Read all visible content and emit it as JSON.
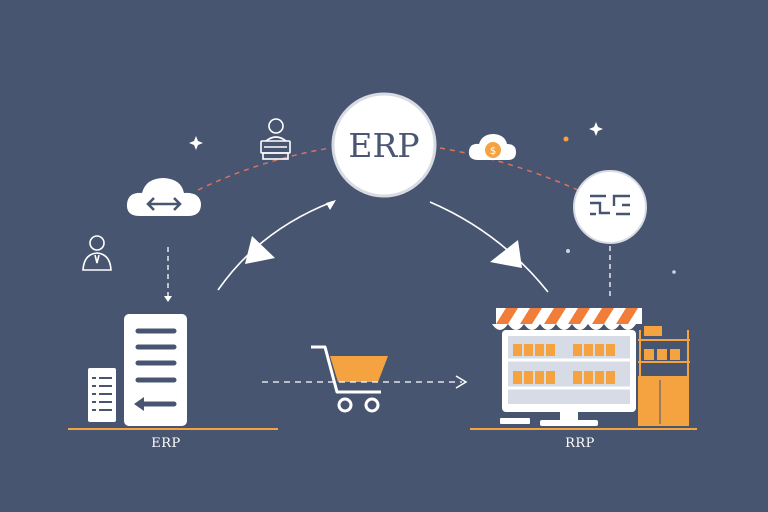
{
  "center_node": {
    "label": "ERP"
  },
  "left_node": {
    "label": "ERP"
  },
  "right_node": {
    "label": "RRP"
  },
  "colors": {
    "background": "#475571",
    "white": "#ffffff",
    "accent_orange": "#f4a340",
    "awning_orange": "#f07d3a",
    "dashed_red": "#d9735f",
    "node_text": "#4a5673"
  },
  "icons": [
    "user-icon",
    "user-at-desk-icon",
    "cloud-sync-icon",
    "cloud-coin-icon",
    "sparkle-icon",
    "server-icon",
    "document-icon",
    "shopping-cart-icon",
    "storefront-icon",
    "shelf-icon",
    "circuit-icon",
    "arrow-icon"
  ]
}
